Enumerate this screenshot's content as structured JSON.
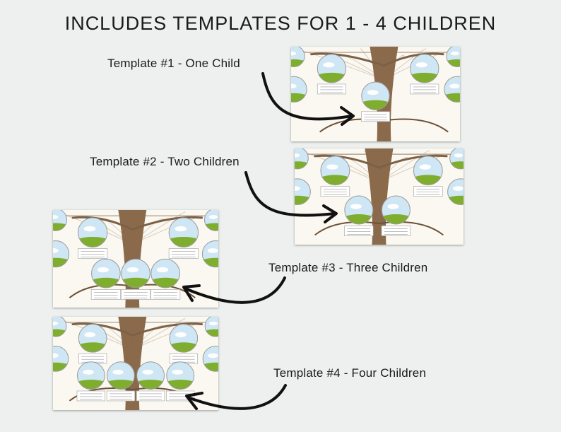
{
  "heading": "INCLUDES TEMPLATES FOR 1 - 4 CHILDREN",
  "templates": [
    {
      "label": "Template #1 - One Child",
      "children": 1
    },
    {
      "label": "Template #2 - Two Children",
      "children": 2
    },
    {
      "label": "Template #3 - Three Children",
      "children": 3
    },
    {
      "label": "Template #4 - Four Children",
      "children": 4
    }
  ],
  "colors": {
    "background": "#eef0ef",
    "trunk": "#8a6a4a",
    "sky": "#cfe6f5",
    "grass": "#7fae2e",
    "arrow": "#111111"
  }
}
